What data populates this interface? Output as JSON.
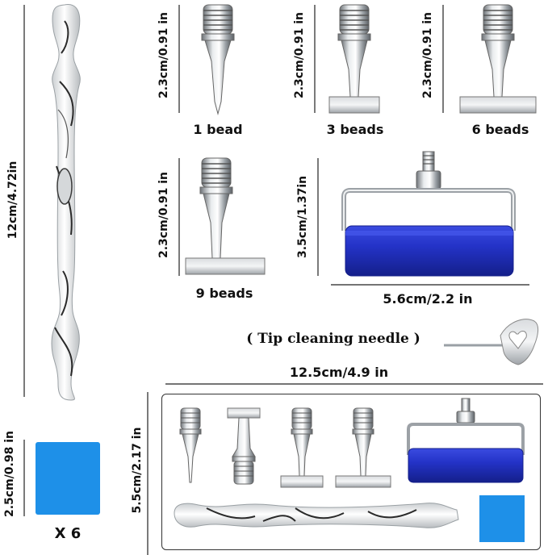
{
  "handle": {
    "length_label": "12cm/4.72in"
  },
  "tips": [
    {
      "name": "1 bead",
      "height_label": "2.3cm/0.91 in",
      "width": 0
    },
    {
      "name": "3 beads",
      "height_label": "2.3cm/0.91 in",
      "width": 3
    },
    {
      "name": "6 beads",
      "height_label": "2.3cm/0.91 in",
      "width": 6
    },
    {
      "name": "9 beads",
      "height_label": "2.3cm/0.91 in",
      "width": 9
    }
  ],
  "roller": {
    "height_label": "3.5cm/1.37in",
    "width_label": "5.6cm/2.2 in"
  },
  "cleaning_needle": {
    "label": "( Tip cleaning needle )"
  },
  "wax": {
    "size_label": "2.5cm/0.98 in",
    "quantity": "X 6"
  },
  "kit": {
    "width_label": "12.5cm/4.9 in",
    "height_label": "5.5cm/2.17 in"
  },
  "colors": {
    "roller_blue": "#2433c8",
    "wax_blue": "#1e90e8",
    "metal": "#b8bcc0",
    "marble_dark": "#2a2a2a"
  }
}
